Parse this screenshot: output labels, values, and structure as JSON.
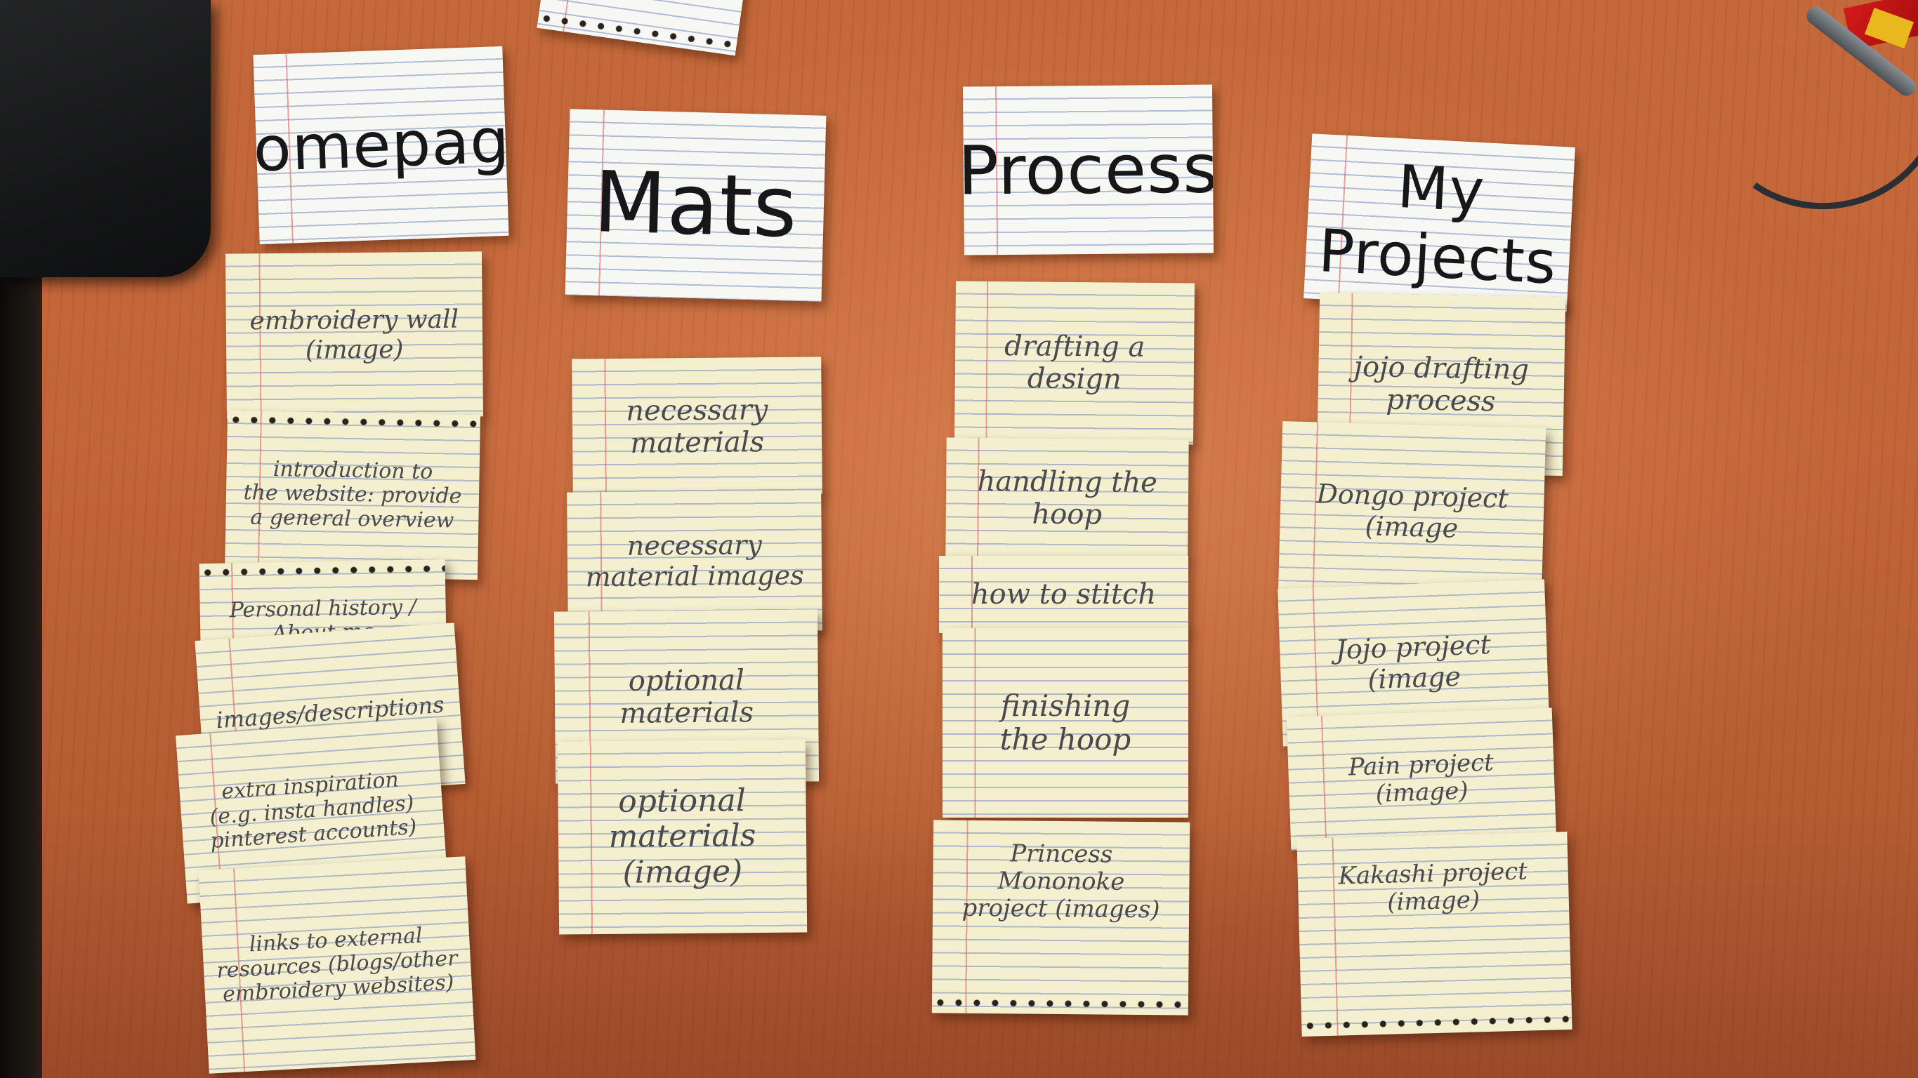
{
  "columns": [
    {
      "heading": "homepage",
      "cards": [
        "embroidery wall\n(image)",
        "introduction to\nthe website: provide\na general overview",
        "Personal history /\nAbout me",
        "images/descriptions",
        "extra inspiration\n(e.g. insta handles)\npinterest accounts)",
        "links to external\nresources (blogs/other\nembroidery websites)"
      ]
    },
    {
      "heading": "Mats",
      "cards": [
        "necessary\nmaterials",
        "necessary\nmaterial images",
        "optional\nmaterials",
        "optional\nmaterials\n(image)"
      ]
    },
    {
      "heading": "Process",
      "cards": [
        "drafting a\ndesign",
        "handling the\nhoop",
        "how to stitch",
        "finishing\nthe hoop",
        "Princess Mononoke\nproject (images)"
      ]
    },
    {
      "heading": "My Projects",
      "cards": [
        "jojo drafting\nprocess",
        "Dongo project\n(image",
        "Jojo project\n(image",
        "Pain project (image)",
        "Kakashi project (image)"
      ]
    }
  ],
  "colors": {
    "desk": "#c2663a",
    "card": "#f3efcf",
    "ink": "#4a4a4e",
    "heading_ink": "#17171a"
  }
}
